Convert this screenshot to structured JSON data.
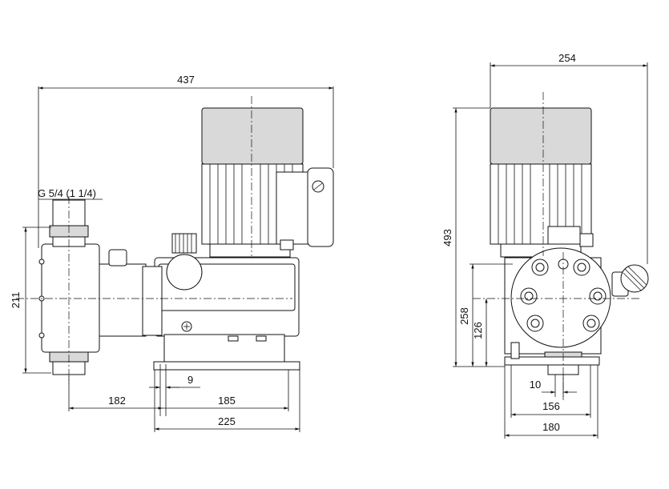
{
  "drawing": {
    "side_view": {
      "dimensions": {
        "overall_width": "437",
        "port_thread": "G 5/4 (1 1/4)",
        "height": "211",
        "offset_9": "9",
        "dist_182": "182",
        "dist_185": "185",
        "dist_225": "225"
      }
    },
    "front_view": {
      "dimensions": {
        "overall_width": "254",
        "total_height": "493",
        "height_258": "258",
        "height_126": "126",
        "offset_10": "10",
        "width_156": "156",
        "width_180": "180"
      }
    }
  }
}
